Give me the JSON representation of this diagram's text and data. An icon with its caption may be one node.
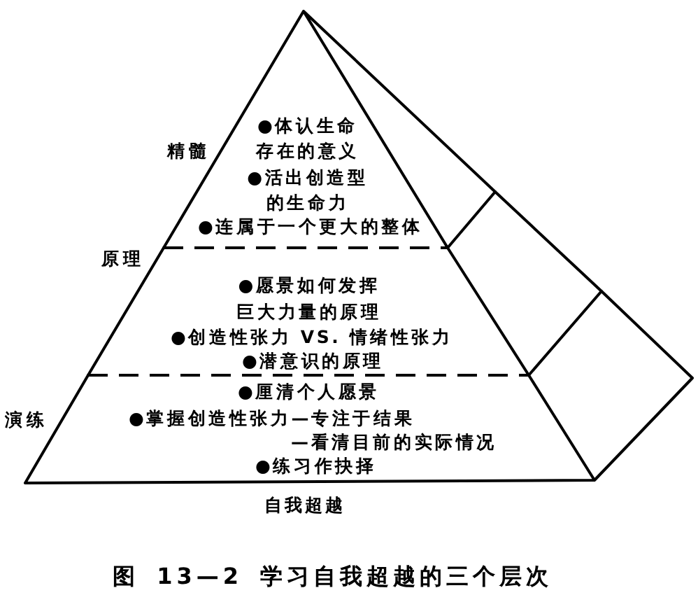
{
  "diagram": {
    "caption": "图 13—2 学习自我超越的三个层次",
    "nodes": [
      {
        "text": [
          "精髓",
          "●体认生命存在的意义",
          "●活出创造型的生命力",
          "●连属于一个更大的整体"
        ]
      },
      {
        "text": [
          "原理",
          "●愿景如何发挥巨大力量的原理",
          "●创造性张力 VS. 情绪性张力",
          "●潜意识的原理"
        ]
      },
      {
        "text": [
          "演练",
          "●厘清个人愿景",
          "●掌握创造性张力—专注于结果—看清目前的实际情况",
          "●练习作抉择"
        ]
      }
    ],
    "labels": [
      "自我超越"
    ]
  }
}
